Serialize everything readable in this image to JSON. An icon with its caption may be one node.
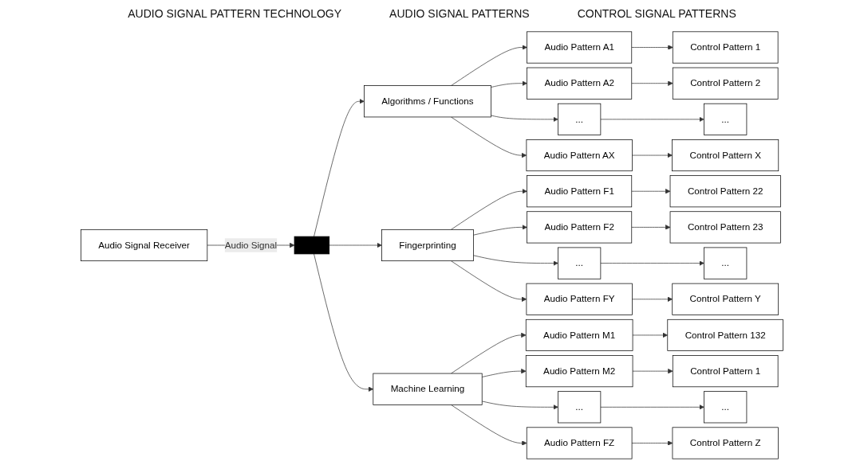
{
  "diagram": {
    "nodes": [
      {
        "text": [
          "Audio Signal Receiver"
        ]
      },
      {
        "text": [],
        "shape": "bar"
      },
      {
        "text": [
          "Algorithms / Functions"
        ]
      },
      {
        "text": [
          "Fingerprinting"
        ]
      },
      {
        "text": [
          "Machine Learning"
        ]
      },
      {
        "text": [
          "Audio Pattern A1"
        ]
      },
      {
        "text": [
          "Control Pattern 1"
        ]
      },
      {
        "text": [
          "Audio Pattern A2"
        ]
      },
      {
        "text": [
          "Control Pattern 2"
        ]
      },
      {
        "text": [
          "..."
        ]
      },
      {
        "text": [
          "..."
        ]
      },
      {
        "text": [
          "Audio Pattern AX"
        ]
      },
      {
        "text": [
          "Control Pattern X"
        ]
      },
      {
        "text": [
          "Audio Pattern F1"
        ]
      },
      {
        "text": [
          "Control Pattern 22"
        ]
      },
      {
        "text": [
          "Audio Pattern F2"
        ]
      },
      {
        "text": [
          "Control Pattern 23"
        ]
      },
      {
        "text": [
          "..."
        ]
      },
      {
        "text": [
          "..."
        ]
      },
      {
        "text": [
          "Audio Pattern FY"
        ]
      },
      {
        "text": [
          "Control Pattern Y"
        ]
      },
      {
        "text": [
          "Audio Pattern M1"
        ]
      },
      {
        "text": [
          "Control Pattern 132"
        ]
      },
      {
        "text": [
          "Audio Pattern M2"
        ]
      },
      {
        "text": [
          "Control Pattern 1"
        ]
      },
      {
        "text": [
          "..."
        ]
      },
      {
        "text": [
          "..."
        ]
      },
      {
        "text": [
          "Audio Pattern FZ"
        ]
      },
      {
        "text": [
          "Control Pattern Z"
        ]
      }
    ],
    "edges": [
      {
        "from": 0,
        "to": 1,
        "arrow": "to",
        "label": "Audio Signal"
      },
      {
        "from": 1,
        "to": 2,
        "arrow": "to"
      },
      {
        "from": 1,
        "to": 3,
        "arrow": "to"
      },
      {
        "from": 1,
        "to": 4,
        "arrow": "to"
      },
      {
        "from": 2,
        "to": 5,
        "arrow": "to"
      },
      {
        "from": 2,
        "to": 7,
        "arrow": "to"
      },
      {
        "from": 2,
        "to": 9,
        "arrow": "to"
      },
      {
        "from": 2,
        "to": 11,
        "arrow": "to"
      },
      {
        "from": 3,
        "to": 13,
        "arrow": "to"
      },
      {
        "from": 3,
        "to": 15,
        "arrow": "to"
      },
      {
        "from": 3,
        "to": 17,
        "arrow": "to"
      },
      {
        "from": 3,
        "to": 19,
        "arrow": "to"
      },
      {
        "from": 4,
        "to": 21,
        "arrow": "to"
      },
      {
        "from": 4,
        "to": 23,
        "arrow": "to"
      },
      {
        "from": 4,
        "to": 25,
        "arrow": "to"
      },
      {
        "from": 4,
        "to": 27,
        "arrow": "to"
      },
      {
        "from": 5,
        "to": 6,
        "arrow": "to"
      },
      {
        "from": 7,
        "to": 8,
        "arrow": "to"
      },
      {
        "from": 9,
        "to": 10,
        "arrow": "to"
      },
      {
        "from": 11,
        "to": 12,
        "arrow": "to"
      },
      {
        "from": 13,
        "to": 14,
        "arrow": "to"
      },
      {
        "from": 15,
        "to": 16,
        "arrow": "to"
      },
      {
        "from": 17,
        "to": 18,
        "arrow": "to"
      },
      {
        "from": 19,
        "to": 20,
        "arrow": "to"
      },
      {
        "from": 21,
        "to": 22,
        "arrow": "to"
      },
      {
        "from": 23,
        "to": 24,
        "arrow": "to"
      },
      {
        "from": 25,
        "to": 26,
        "arrow": "to"
      },
      {
        "from": 27,
        "to": 28,
        "arrow": "to"
      }
    ],
    "labels": [
      "AUDIO SIGNAL PATTERN TECHNOLOGY",
      "AUDIO SIGNAL PATTERNS",
      "CONTROL SIGNAL PATTERNS"
    ]
  }
}
